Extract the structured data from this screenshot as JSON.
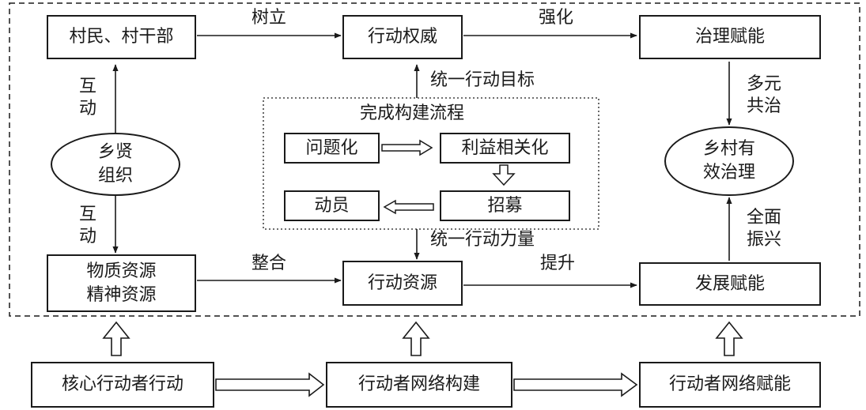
{
  "top_row": {
    "villagers": "村民、村干部",
    "action_authority": "行动权威",
    "governance_empowerment": "治理赋能"
  },
  "labels": {
    "establish": "树立",
    "strengthen": "强化",
    "interact_1_a": "互",
    "interact_1_b": "动",
    "interact_2_a": "互",
    "interact_2_b": "动",
    "unify_goal": "统一行动目标",
    "unify_force": "统一行动力量",
    "integrate": "整合",
    "improve": "提升",
    "pluralistic_a": "多元",
    "pluralistic_b": "共治",
    "revitalize_a": "全面",
    "revitalize_b": "振兴"
  },
  "left_column": {
    "gentry_line1": "乡贤",
    "gentry_line2": "组织",
    "resources_line1": "物质资源",
    "resources_line2": "精神资源"
  },
  "process": {
    "title": "完成构建流程",
    "problematize": "问题化",
    "interessement": "利益相关化",
    "enrolment": "招募",
    "mobilize": "动员"
  },
  "middle_row": {
    "action_resources": "行动资源",
    "development_empowerment": "发展赋能",
    "rural_line1": "乡村有",
    "rural_line2": "效治理"
  },
  "bottom_row": {
    "core_actor": "核心行动者行动",
    "network_build": "行动者网络构建",
    "network_empower": "行动者网络赋能"
  }
}
